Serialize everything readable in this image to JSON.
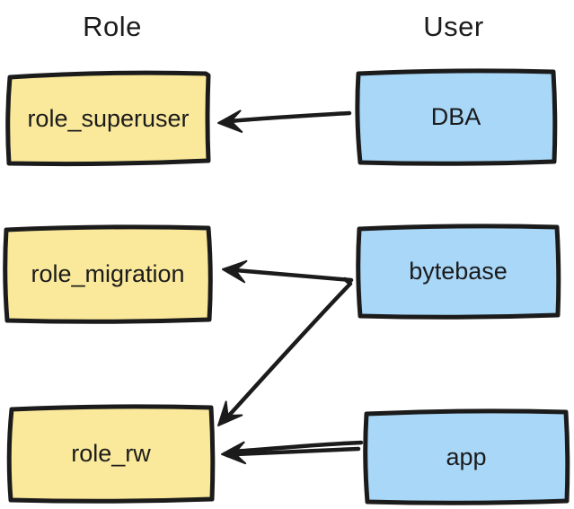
{
  "diagram": {
    "headers": {
      "role": "Role",
      "user": "User"
    },
    "roles": [
      {
        "id": "role_superuser",
        "label": "role_superuser"
      },
      {
        "id": "role_migration",
        "label": "role_migration"
      },
      {
        "id": "role_rw",
        "label": "role_rw"
      }
    ],
    "users": [
      {
        "id": "DBA",
        "label": "DBA"
      },
      {
        "id": "bytebase",
        "label": "bytebase"
      },
      {
        "id": "app",
        "label": "app"
      }
    ],
    "edges": [
      {
        "from": "DBA",
        "to": "role_superuser"
      },
      {
        "from": "bytebase",
        "to": "role_migration"
      },
      {
        "from": "bytebase",
        "to": "role_rw"
      },
      {
        "from": "app",
        "to": "role_rw"
      }
    ],
    "colors": {
      "role_fill": "#fae99b",
      "user_fill": "#a8d7f8",
      "stroke": "#1b1b1b",
      "background": "#ffffff"
    }
  }
}
